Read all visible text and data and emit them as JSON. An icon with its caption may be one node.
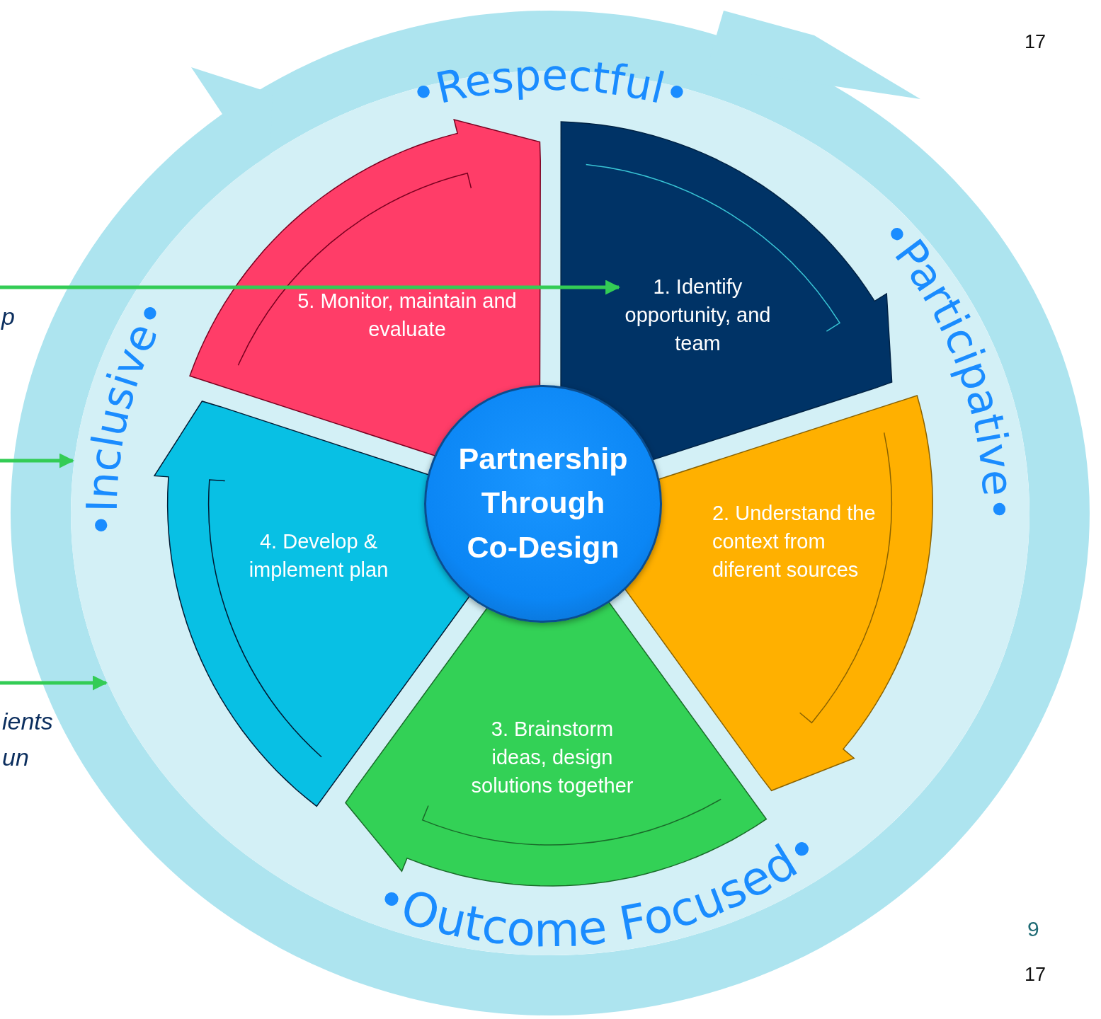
{
  "diagram": {
    "nodes": [
      {
        "text": [
          "•Respectful•",
          "•Participative•",
          "•Outcome Focused•",
          "•Inclusive•"
        ]
      },
      {
        "text": [
          "Partnership Through Co-Design"
        ],
        "in": 0
      },
      {
        "text": [
          "1. Identify opportunity, and team"
        ],
        "in": 0
      },
      {
        "text": [
          "2. Understand the context from diferent sources"
        ],
        "in": 0
      },
      {
        "text": [
          "3. Brainstorm ideas, design solutions together"
        ],
        "in": 0
      },
      {
        "text": [
          "4. Develop & implement plan"
        ],
        "in": 0
      },
      {
        "text": [
          "5. Monitor, maintain and evaluate"
        ],
        "in": 0
      }
    ],
    "edges": [
      {
        "from": null,
        "to": 2,
        "arrow": "to"
      },
      {
        "from": null,
        "to": 0,
        "arrow": "to"
      },
      {
        "from": null,
        "to": 0,
        "arrow": "to"
      }
    ],
    "labels": [
      "17",
      "p",
      "ients un",
      "9",
      "17"
    ]
  }
}
